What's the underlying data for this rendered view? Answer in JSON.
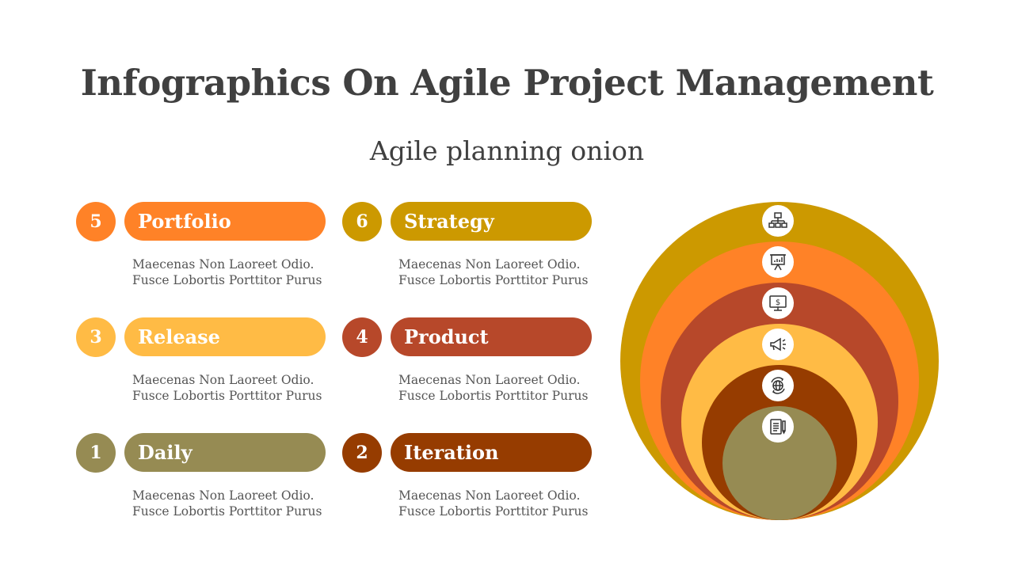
{
  "title": "Infographics On Agile Project Management",
  "subtitle": "Agile planning onion",
  "items": [
    {
      "number": "5",
      "label": "Portfolio",
      "color": "#FF8227",
      "line1": "Maecenas Non Laoreet Odio.",
      "line2": "Fusce Lobortis Porttitor Purus"
    },
    {
      "number": "6",
      "label": "Strategy",
      "color": "#CC9900",
      "line1": "Maecenas Non Laoreet Odio.",
      "line2": "Fusce Lobortis Porttitor Purus"
    },
    {
      "number": "3",
      "label": "Release",
      "color": "#FFBB45",
      "line1": "Maecenas Non Laoreet Odio.",
      "line2": "Fusce Lobortis Porttitor Purus"
    },
    {
      "number": "4",
      "label": "Product",
      "color": "#B7482A",
      "line1": "Maecenas Non Laoreet Odio.",
      "line2": "Fusce Lobortis Porttitor Purus"
    },
    {
      "number": "1",
      "label": "Daily",
      "color": "#968B53",
      "line1": "Maecenas Non Laoreet Odio.",
      "line2": "Fusce Lobortis Porttitor Purus"
    },
    {
      "number": "2",
      "label": "Iteration",
      "color": "#963C00",
      "line1": "Maecenas Non Laoreet Odio.",
      "line2": "Fusce Lobortis Porttitor Purus"
    }
  ],
  "onion": {
    "layers": [
      {
        "name": "strategy",
        "color": "#CC9900",
        "icon": "org-chart-icon"
      },
      {
        "name": "portfolio",
        "color": "#FF8227",
        "icon": "presentation-board-icon"
      },
      {
        "name": "product",
        "color": "#B7482A",
        "icon": "monitor-dollar-icon"
      },
      {
        "name": "release",
        "color": "#FFBB45",
        "icon": "megaphone-icon"
      },
      {
        "name": "iteration",
        "color": "#963C00",
        "icon": "globe-cycle-icon"
      },
      {
        "name": "daily",
        "color": "#968B53",
        "icon": "document-pen-icon"
      }
    ]
  }
}
